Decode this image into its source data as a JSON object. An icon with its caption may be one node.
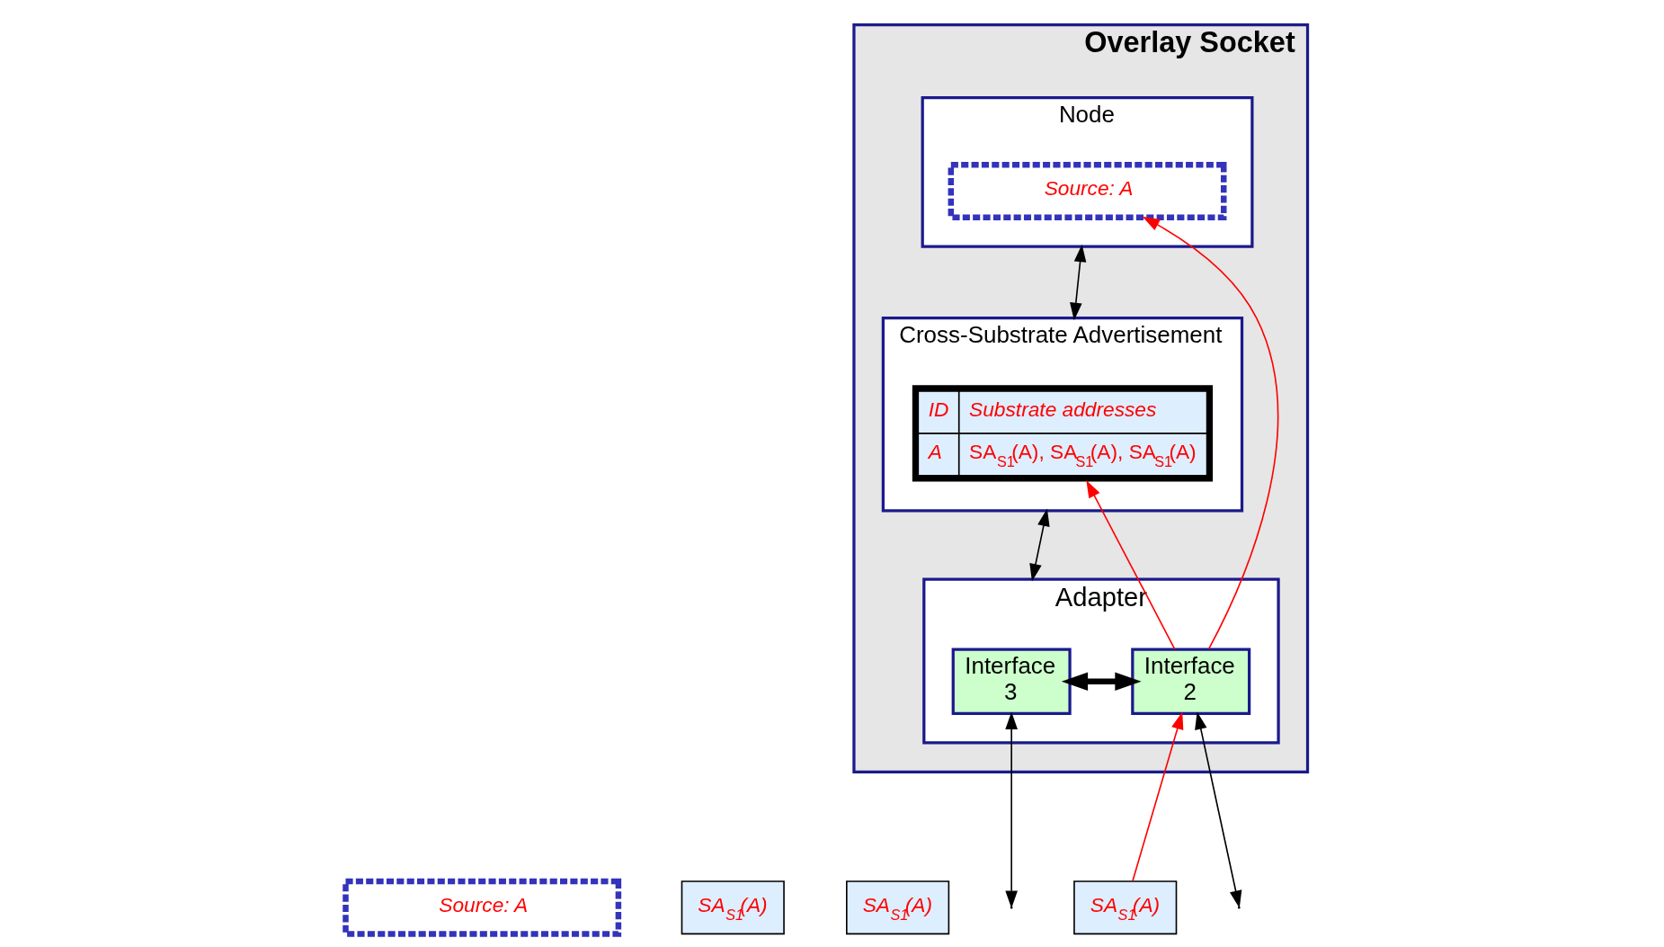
{
  "diagram": {
    "nodes": [
      {
        "text": [
          "Overlay Socket"
        ]
      },
      {
        "text": [
          "Node"
        ],
        "in": 0
      },
      {
        "text": [
          "Source: A"
        ],
        "in": 1
      },
      {
        "text": [
          "Cross-Substrate Advertisement"
        ],
        "in": 0
      },
      {
        "text": [
          "ID",
          "Substrate addresses",
          "A",
          "SA$_{S1}$(A), SA$_{S1}$(A), SA$_{S1}$(A)"
        ],
        "in": 3
      },
      {
        "text": [
          "Adapter"
        ],
        "in": 0
      },
      {
        "text": [
          "Interface 2"
        ],
        "in": 5
      },
      {
        "text": [
          "Interface 3"
        ],
        "in": 5
      },
      {
        "text": [
          "Source: A"
        ]
      },
      {
        "text": [
          "SA$_{S1}$(A)"
        ]
      },
      {
        "text": [
          "SA$_{S1}$(A)"
        ]
      },
      {
        "text": [
          "SA$_{S1}$(A)"
        ]
      }
    ],
    "edges": [
      {
        "from": 1,
        "to": 3,
        "arrow": "both"
      },
      {
        "from": 3,
        "to": 5,
        "arrow": "both"
      },
      {
        "from": 6,
        "to": 7,
        "arrow": "both",
        "style": "thick"
      },
      {
        "from": 6,
        "to": null,
        "arrow": "both"
      },
      {
        "from": 7,
        "to": null,
        "arrow": "both"
      },
      {
        "from": 11,
        "to": 6,
        "arrow": "to",
        "color": "#ff0000"
      },
      {
        "from": 6,
        "to": 2,
        "arrow": "to",
        "color": "#ff0000"
      },
      {
        "from": 6,
        "to": 4,
        "arrow": "to",
        "color": "#ff0000"
      }
    ]
  }
}
